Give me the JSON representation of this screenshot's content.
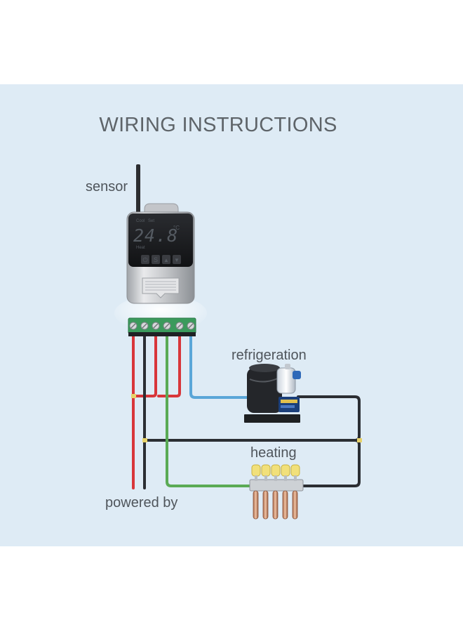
{
  "title": "WIRING INSTRUCTIONS",
  "labels": {
    "sensor": "sensor",
    "refrigeration": "refrigeration",
    "heating": "heating",
    "powered_by": "powered by"
  },
  "controller": {
    "display_reading": "24.8",
    "unit": "°C",
    "indicator_cool": "Cool",
    "indicator_set": "Set",
    "indicator_heat": "Heat",
    "button_set": "S",
    "button_up": "▲",
    "button_down": "▼",
    "button_power": "⏻"
  },
  "colors": {
    "background": "#deebf5",
    "wire_red": "#d8363a",
    "wire_black": "#2b2e33",
    "wire_green": "#5aaa55",
    "wire_blue": "#5aa6d8",
    "lcd_digits": "#e4171c",
    "terminal_block": "#3b9a5c"
  }
}
